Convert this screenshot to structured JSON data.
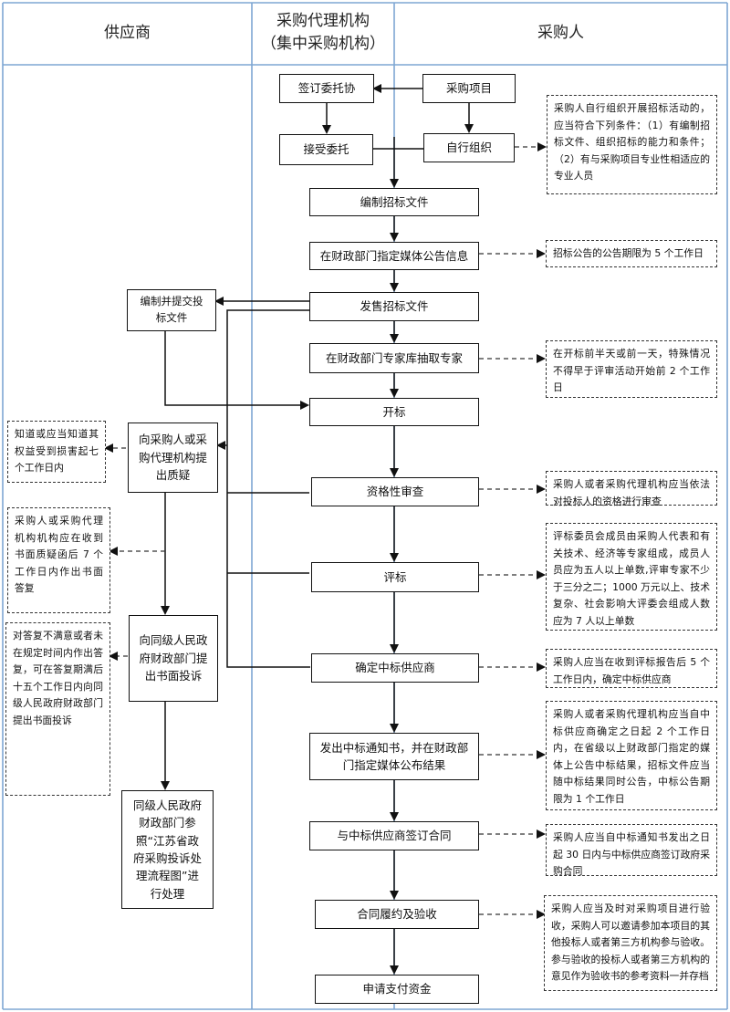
{
  "lanes": {
    "supplier": "供应商",
    "agency_line1": "采购代理机构",
    "agency_line2": "（集中采购机构）",
    "purchaser": "采购人"
  },
  "boxes": {
    "sign_entrust": "签订委托协",
    "procurement_project": "采购项目",
    "accept_entrust": "接受委托",
    "self_organize": "自行组织",
    "prepare_docs": "编制招标文件",
    "announce": "在财政部门指定媒体公告信息",
    "prepare_bid": "编制并提交投标文件",
    "sell_docs": "发售招标文件",
    "extract_experts": "在财政部门专家库抽取专家",
    "open_bid": "开标",
    "raise_query": "向采购人或采购代理机构提出质疑",
    "qualification": "资格性审查",
    "evaluation": "评标",
    "complaint": "向同级人民政府财政部门提出书面投诉",
    "confirm_winner": "确定中标供应商",
    "issue_notice": "发出中标通知书，并在财政部门指定媒体公布结果",
    "finance_process": "同级人民政府财政部门参照“江苏省政府采购投诉处理流程图”进行处理",
    "sign_contract": "与中标供应商签订合同",
    "acceptance": "合同履约及验收",
    "payment": "申请支付资金"
  },
  "notes": {
    "self_org_conditions": "采购人自行组织开展招标活动的，应当符合下列条件：（1）有编制招标文件、组织招标的能力和条件；（2）有与采购项目专业性相适应的专业人员",
    "announce_period": "招标公告的公告期限为 5 个工作日",
    "expert_timing": "在开标前半天或前一天，特殊情况不得早于评审活动开始前 2 个工作日",
    "query_deadline": "知道或应当知道其权益受到损害起七个工作日内",
    "qualification_note": "采购人或者采购代理机构应当依法对投标人的资格进行审查",
    "reply_deadline": "采购人或采购代理机构机构应在收到书面质疑函后 7 个工作日内作出书面答复",
    "committee": "评标委员会成员由采购人代表和有关技术、经济等专家组成，成员人员应为五人以上单数,评审专家不少于三分之二；1000 万元以上、技术复杂、社会影响大评委会组成人数应为 7 人以上单数",
    "complaint_deadline": "对答复不满意或者未在规定时间内作出答复，可在答复期满后十五个工作日内向同级人民政府财政部门提出书面投诉",
    "confirm_winner_note": "采购人应当在收到评标报告后 5 个工作日内，确定中标供应商",
    "publish_note": "采购人或者采购代理机构应当自中标供应商确定之日起 2 个工作日内，在省级以上财政部门指定的媒体上公告中标结果，招标文件应当随中标结果同时公告，中标公告期限为 1 个工作日",
    "contract_note": "采购人应当自中标通知书发出之日起 30 日内与中标供应商签订政府采购合同",
    "acceptance_note": "采购人应当及时对采购项目进行验收，采购人可以邀请参加本项目的其他投标人或者第三方机构参与验收。参与验收的投标人或者第三方机构的意见作为验收书的参考资料一并存档"
  }
}
